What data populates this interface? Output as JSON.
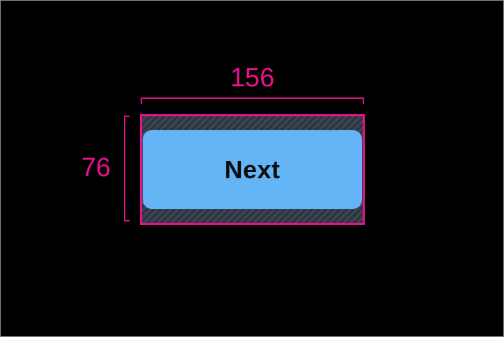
{
  "canvas": {
    "background_color": "#000000",
    "frame_border_color": "#8f8f8f"
  },
  "measurement": {
    "accent_color": "#EA108E",
    "width_label": "156",
    "height_label": "76"
  },
  "component": {
    "button_label": "Next",
    "button_fill_color": "#64B5F6",
    "button_text_color": "#0d0d0d",
    "padding_hatch_base_color": "#3c4351",
    "padding_hatch_stripe_color": "#2c323e"
  }
}
